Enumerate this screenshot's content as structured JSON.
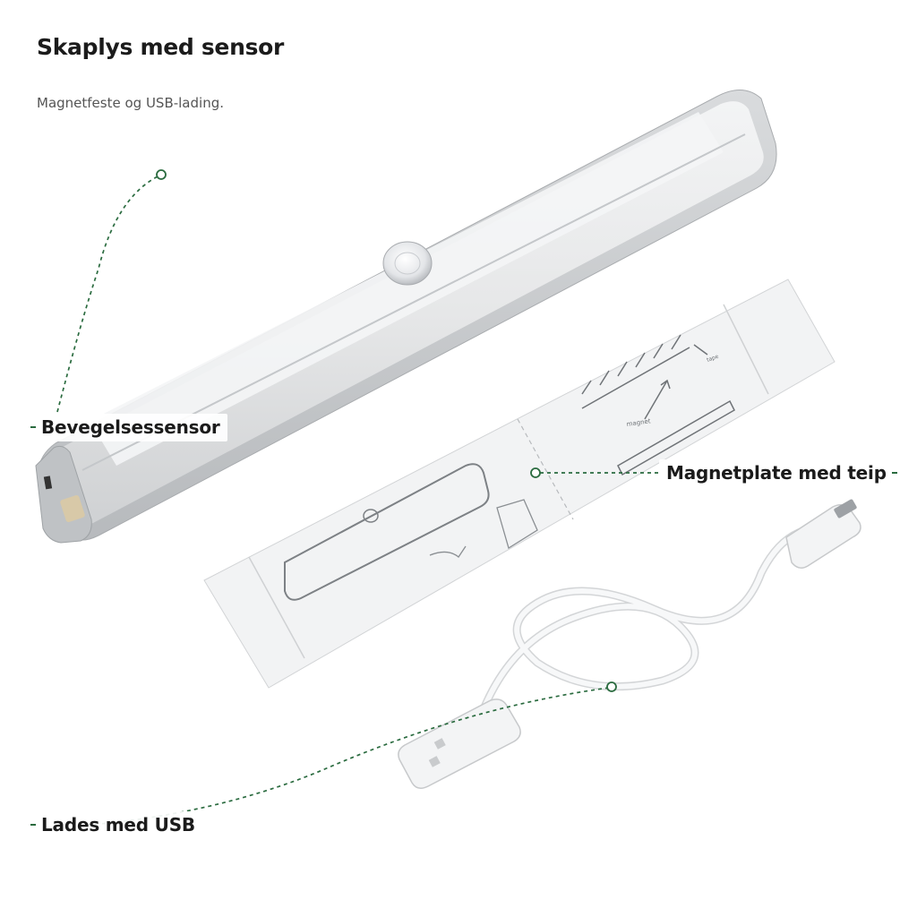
{
  "header": {
    "title": "Skaplys med sensor",
    "subtitle": "Magnetfeste og USB-lading."
  },
  "callouts": {
    "sensor": "Bevegelsessensor",
    "plate": "Magnetplate med teip",
    "usb": "Lades med USB"
  },
  "diagram_text": {
    "arrow_label": "magnet",
    "corner_label": "tape"
  },
  "colors": {
    "accent": "#2a6b3f",
    "text": "#1b1b1b",
    "muted": "#555555"
  }
}
